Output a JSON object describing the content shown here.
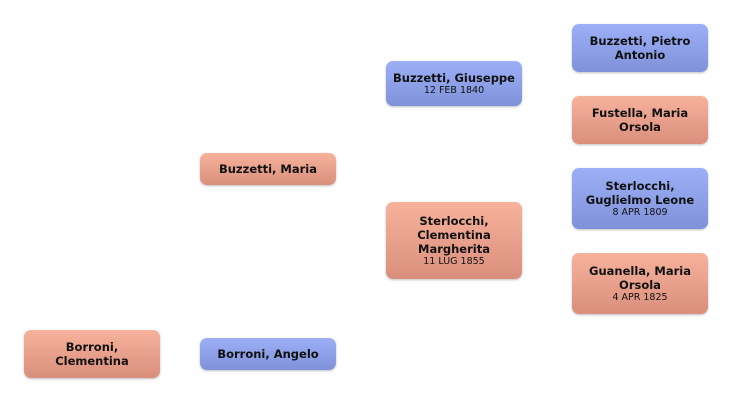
{
  "tree": {
    "root": {
      "name": "Borroni, Clementina",
      "lines": [
        "Borroni,",
        "Clementina"
      ],
      "date": "",
      "sex": "female"
    },
    "mother": {
      "name": "Buzzetti, Maria",
      "lines": [
        "Buzzetti, Maria"
      ],
      "date": "",
      "sex": "female"
    },
    "father": {
      "name": "Borroni, Angelo",
      "lines": [
        "Borroni, Angelo"
      ],
      "date": "",
      "sex": "male"
    },
    "maternal_grandfather": {
      "name": "Buzzetti, Giuseppe",
      "lines": [
        "Buzzetti, Giuseppe"
      ],
      "date": "12 FEB 1840",
      "sex": "male"
    },
    "maternal_grandmother": {
      "name": "Sterlocchi, Clementina Margherita",
      "lines": [
        "Sterlocchi,",
        "Clementina",
        "Margherita"
      ],
      "date": "11 LUG 1855",
      "sex": "female"
    },
    "ggf_1": {
      "name": "Buzzetti, Pietro Antonio",
      "lines": [
        "Buzzetti, Pietro",
        "Antonio"
      ],
      "date": "",
      "sex": "male"
    },
    "ggm_1": {
      "name": "Fustella, Maria Orsola",
      "lines": [
        "Fustella, Maria",
        "Orsola"
      ],
      "date": "",
      "sex": "female"
    },
    "ggf_2": {
      "name": "Sterlocchi, Guglielmo Leone",
      "lines": [
        "Sterlocchi,",
        "Guglielmo Leone"
      ],
      "date": "8 APR 1809",
      "sex": "male"
    },
    "ggm_2": {
      "name": "Guanella, Maria Orsola",
      "lines": [
        "Guanella, Maria",
        "Orsola"
      ],
      "date": "4 APR 1825",
      "sex": "female"
    }
  }
}
